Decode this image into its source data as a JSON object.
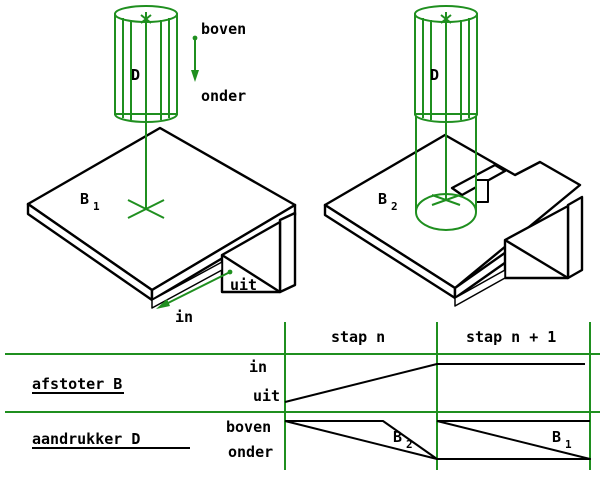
{
  "colors": {
    "ink": "#000000",
    "green": "#1f8f1f",
    "hatch": "#b03020"
  },
  "figures": {
    "left": {
      "cylinder_label": "D",
      "part_label": "B",
      "part_sub": "1",
      "direction_up": "boven",
      "direction_down": "onder",
      "arrow_out": "uit",
      "arrow_in": "in"
    },
    "right": {
      "cylinder_label": "D",
      "part_label": "B",
      "part_sub": "2"
    }
  },
  "timing": {
    "columns": [
      "stap n",
      "stap n + 1"
    ],
    "rows": [
      {
        "name": "afstoter B",
        "states": [
          "in",
          "uit"
        ]
      },
      {
        "name": "aandrukker D",
        "states": [
          "boven",
          "onder"
        ]
      }
    ],
    "transition_labels": [
      {
        "text": "B",
        "sub": "2"
      },
      {
        "text": "B",
        "sub": "1"
      }
    ]
  }
}
